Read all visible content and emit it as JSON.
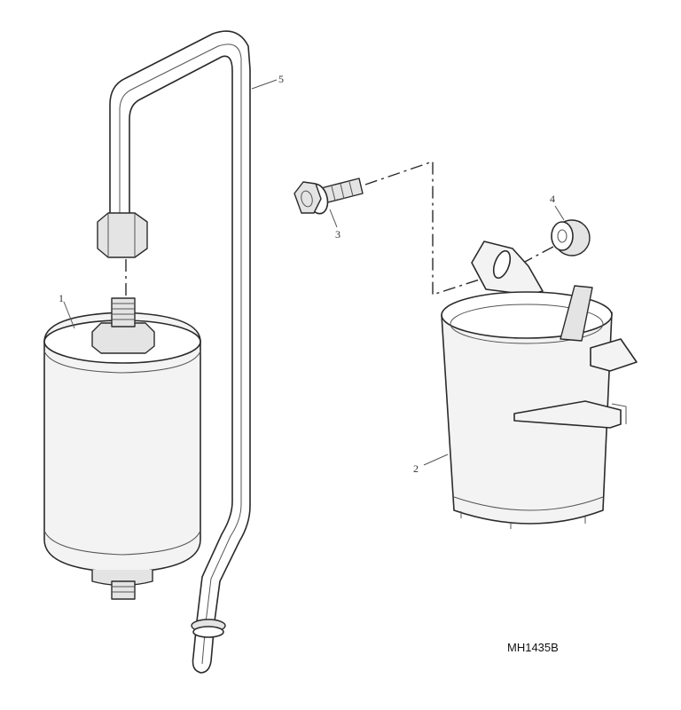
{
  "parts": [
    {
      "number": "1",
      "icon": "fuel-filter-icon"
    },
    {
      "number": "2",
      "icon": "filter-bracket-icon"
    },
    {
      "number": "3",
      "icon": "bolt-icon"
    },
    {
      "number": "4",
      "icon": "nut-icon"
    },
    {
      "number": "5",
      "icon": "fuel-pipe-icon"
    }
  ],
  "reference_code": "MH1435B",
  "colors": {
    "line": "#2a2a2a",
    "shade": "#f3f3f3",
    "background": "#ffffff"
  }
}
